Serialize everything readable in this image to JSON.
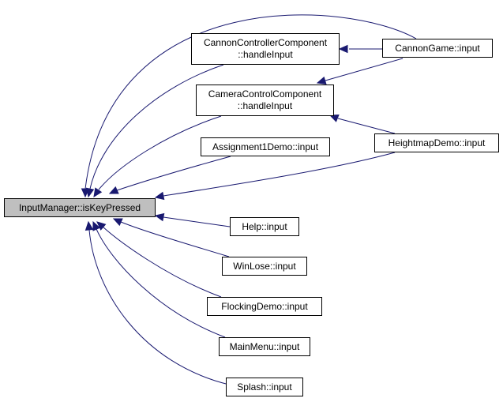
{
  "colors": {
    "edge": "#191970",
    "node_border": "#000000",
    "node_fill": "#ffffff",
    "root_fill": "#bfbfbf"
  },
  "nodes": {
    "root": {
      "label": "InputManager::isKeyPressed"
    },
    "cannon_controller": {
      "line1": "CannonControllerComponent",
      "line2": "::handleInput"
    },
    "camera_control": {
      "line1": "CameraControlComponent",
      "line2": "::handleInput"
    },
    "assignment1": {
      "label": "Assignment1Demo::input"
    },
    "help": {
      "label": "Help::input"
    },
    "winlose": {
      "label": "WinLose::input"
    },
    "flocking": {
      "label": "FlockingDemo::input"
    },
    "mainmenu": {
      "label": "MainMenu::input"
    },
    "splash": {
      "label": "Splash::input"
    },
    "cannon_game": {
      "label": "CannonGame::input"
    },
    "heightmap": {
      "label": "HeightmapDemo::input"
    }
  },
  "edges": [
    {
      "from": "cannon_game",
      "to": "root"
    },
    {
      "from": "cannon_game",
      "to": "cannon_controller"
    },
    {
      "from": "cannon_game",
      "to": "camera_control"
    },
    {
      "from": "cannon_controller",
      "to": "root"
    },
    {
      "from": "camera_control",
      "to": "root"
    },
    {
      "from": "heightmap",
      "to": "camera_control"
    },
    {
      "from": "heightmap",
      "to": "root"
    },
    {
      "from": "assignment1",
      "to": "root"
    },
    {
      "from": "help",
      "to": "root"
    },
    {
      "from": "winlose",
      "to": "root"
    },
    {
      "from": "flocking",
      "to": "root"
    },
    {
      "from": "mainmenu",
      "to": "root"
    },
    {
      "from": "splash",
      "to": "root"
    }
  ]
}
